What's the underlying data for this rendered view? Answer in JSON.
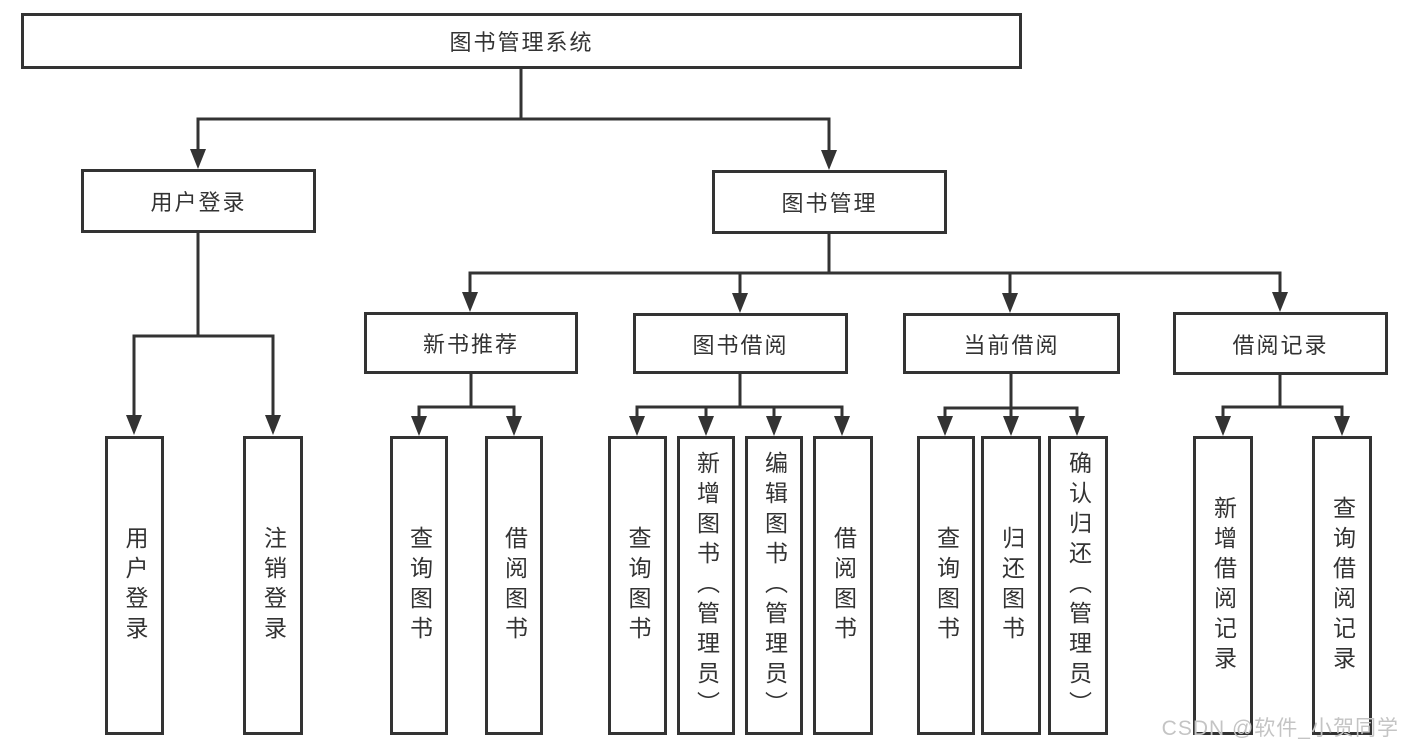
{
  "diagram_title": "图书管理系统",
  "tree": {
    "root": {
      "label": "图书管理系统"
    },
    "branches": [
      {
        "label": "用户登录",
        "children": [
          {
            "label": "用户登录"
          },
          {
            "label": "注销登录"
          }
        ]
      },
      {
        "label": "图书管理",
        "children": [
          {
            "label": "新书推荐",
            "children": [
              {
                "label": "查询图书"
              },
              {
                "label": "借阅图书"
              }
            ]
          },
          {
            "label": "图书借阅",
            "children": [
              {
                "label": "查询图书"
              },
              {
                "label": "新增图书（管理员）"
              },
              {
                "label": "编辑图书（管理员）"
              },
              {
                "label": "借阅图书"
              }
            ]
          },
          {
            "label": "当前借阅",
            "children": [
              {
                "label": "查询图书"
              },
              {
                "label": "归还图书"
              },
              {
                "label": "确认归还（管理员）"
              }
            ]
          },
          {
            "label": "借阅记录",
            "children": [
              {
                "label": "新增借阅记录"
              },
              {
                "label": "查询借阅记录"
              }
            ]
          }
        ]
      }
    ]
  },
  "watermark": {
    "text": "CSDN @软件_小贺同学"
  },
  "colors": {
    "line": "#333333",
    "box_border": "#333333",
    "text": "#333333",
    "watermark": "#c4c4c4",
    "background": "#ffffff"
  }
}
